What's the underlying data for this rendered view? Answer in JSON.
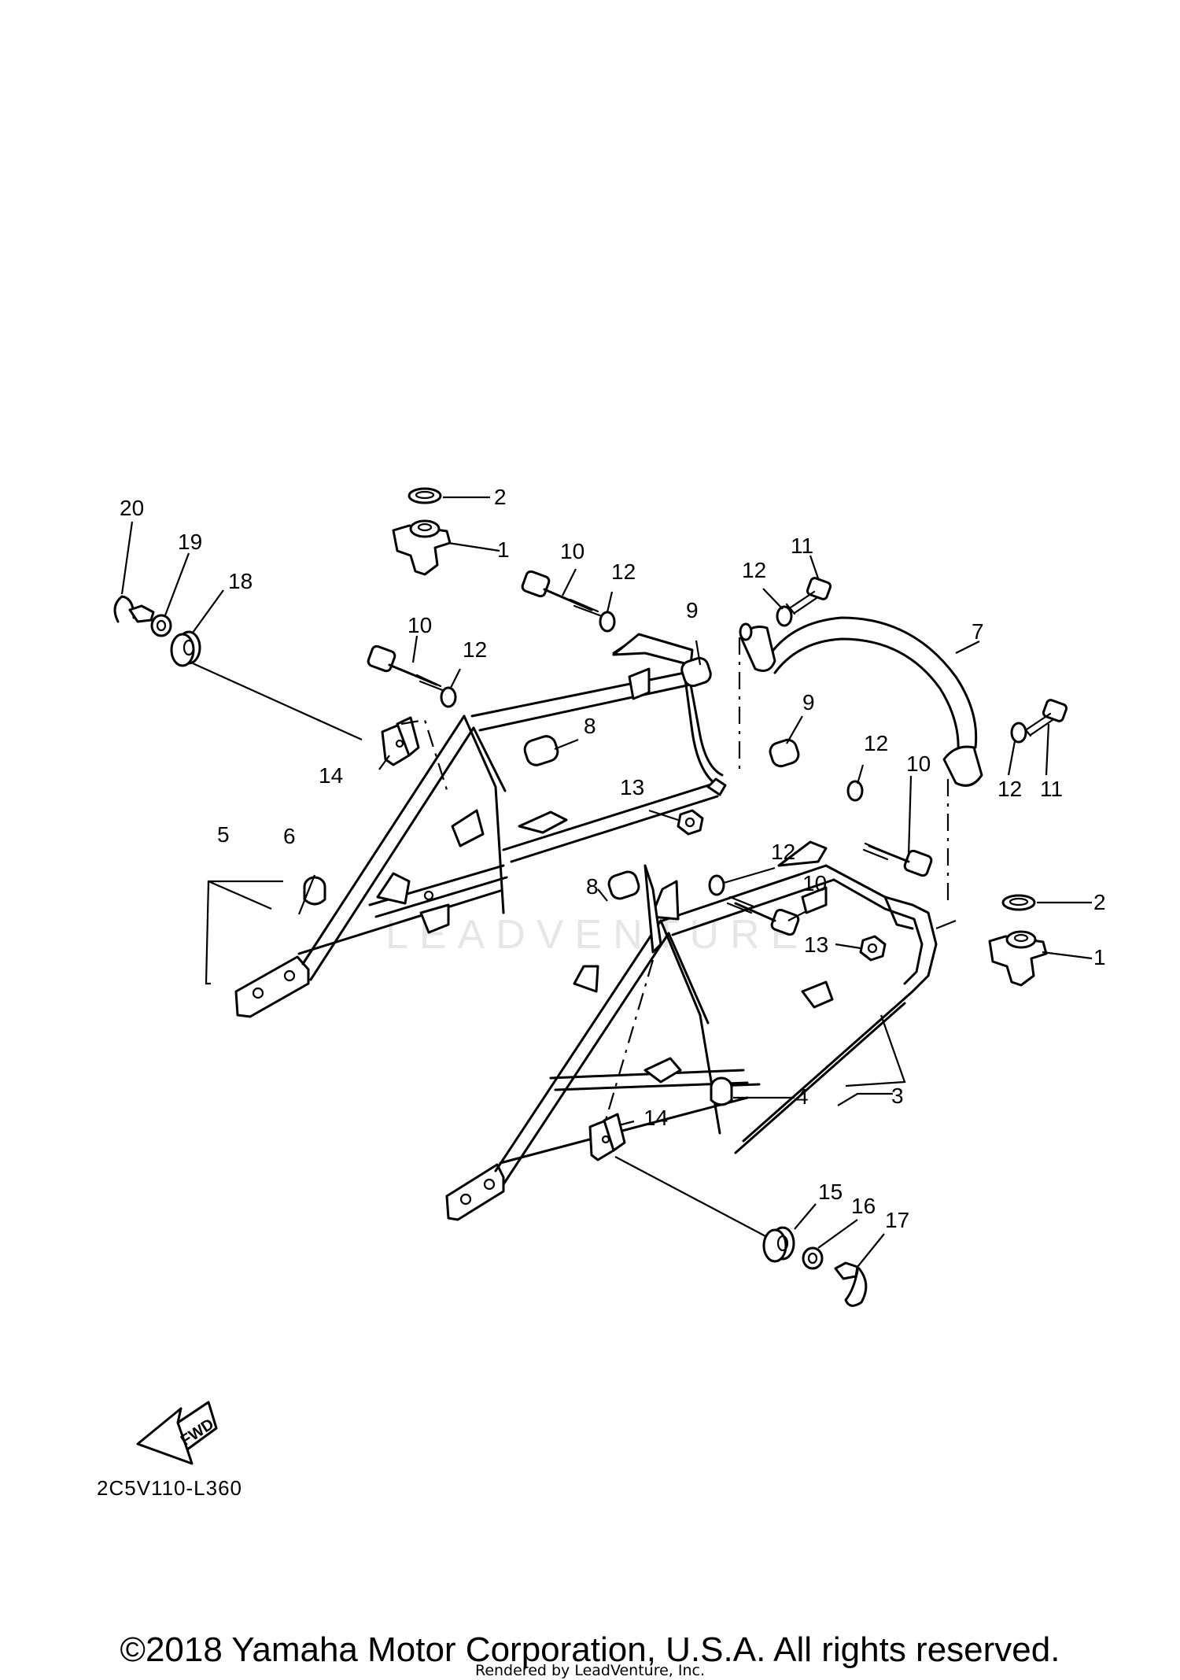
{
  "diagram": {
    "code": "2C5V110-L360",
    "copyright": "©2018 Yamaha Motor Corporation, U.S.A. All rights reserved.",
    "rendered_by": "Rendered by LeadVenture, Inc.",
    "watermark": "LEADVENTURE",
    "fwd_label": "FWD",
    "icon": "fwd-arrow-icon"
  },
  "callouts": {
    "c1a": "1",
    "c1b": "1",
    "c2a": "2",
    "c2b": "2",
    "c3": "3",
    "c4": "4",
    "c5": "5",
    "c6": "6",
    "c7": "7",
    "c8a": "8",
    "c8b": "8",
    "c9a": "9",
    "c9b": "9",
    "c10a": "10",
    "c10b": "10",
    "c10c": "10",
    "c10d": "10",
    "c11a": "11",
    "c11b": "11",
    "c12a": "12",
    "c12b": "12",
    "c12c": "12",
    "c12d": "12",
    "c12e": "12",
    "c12f": "12",
    "c13a": "13",
    "c13b": "13",
    "c14a": "14",
    "c14b": "14",
    "c15": "15",
    "c16": "16",
    "c17": "17",
    "c18": "18",
    "c19": "19",
    "c20": "20"
  }
}
